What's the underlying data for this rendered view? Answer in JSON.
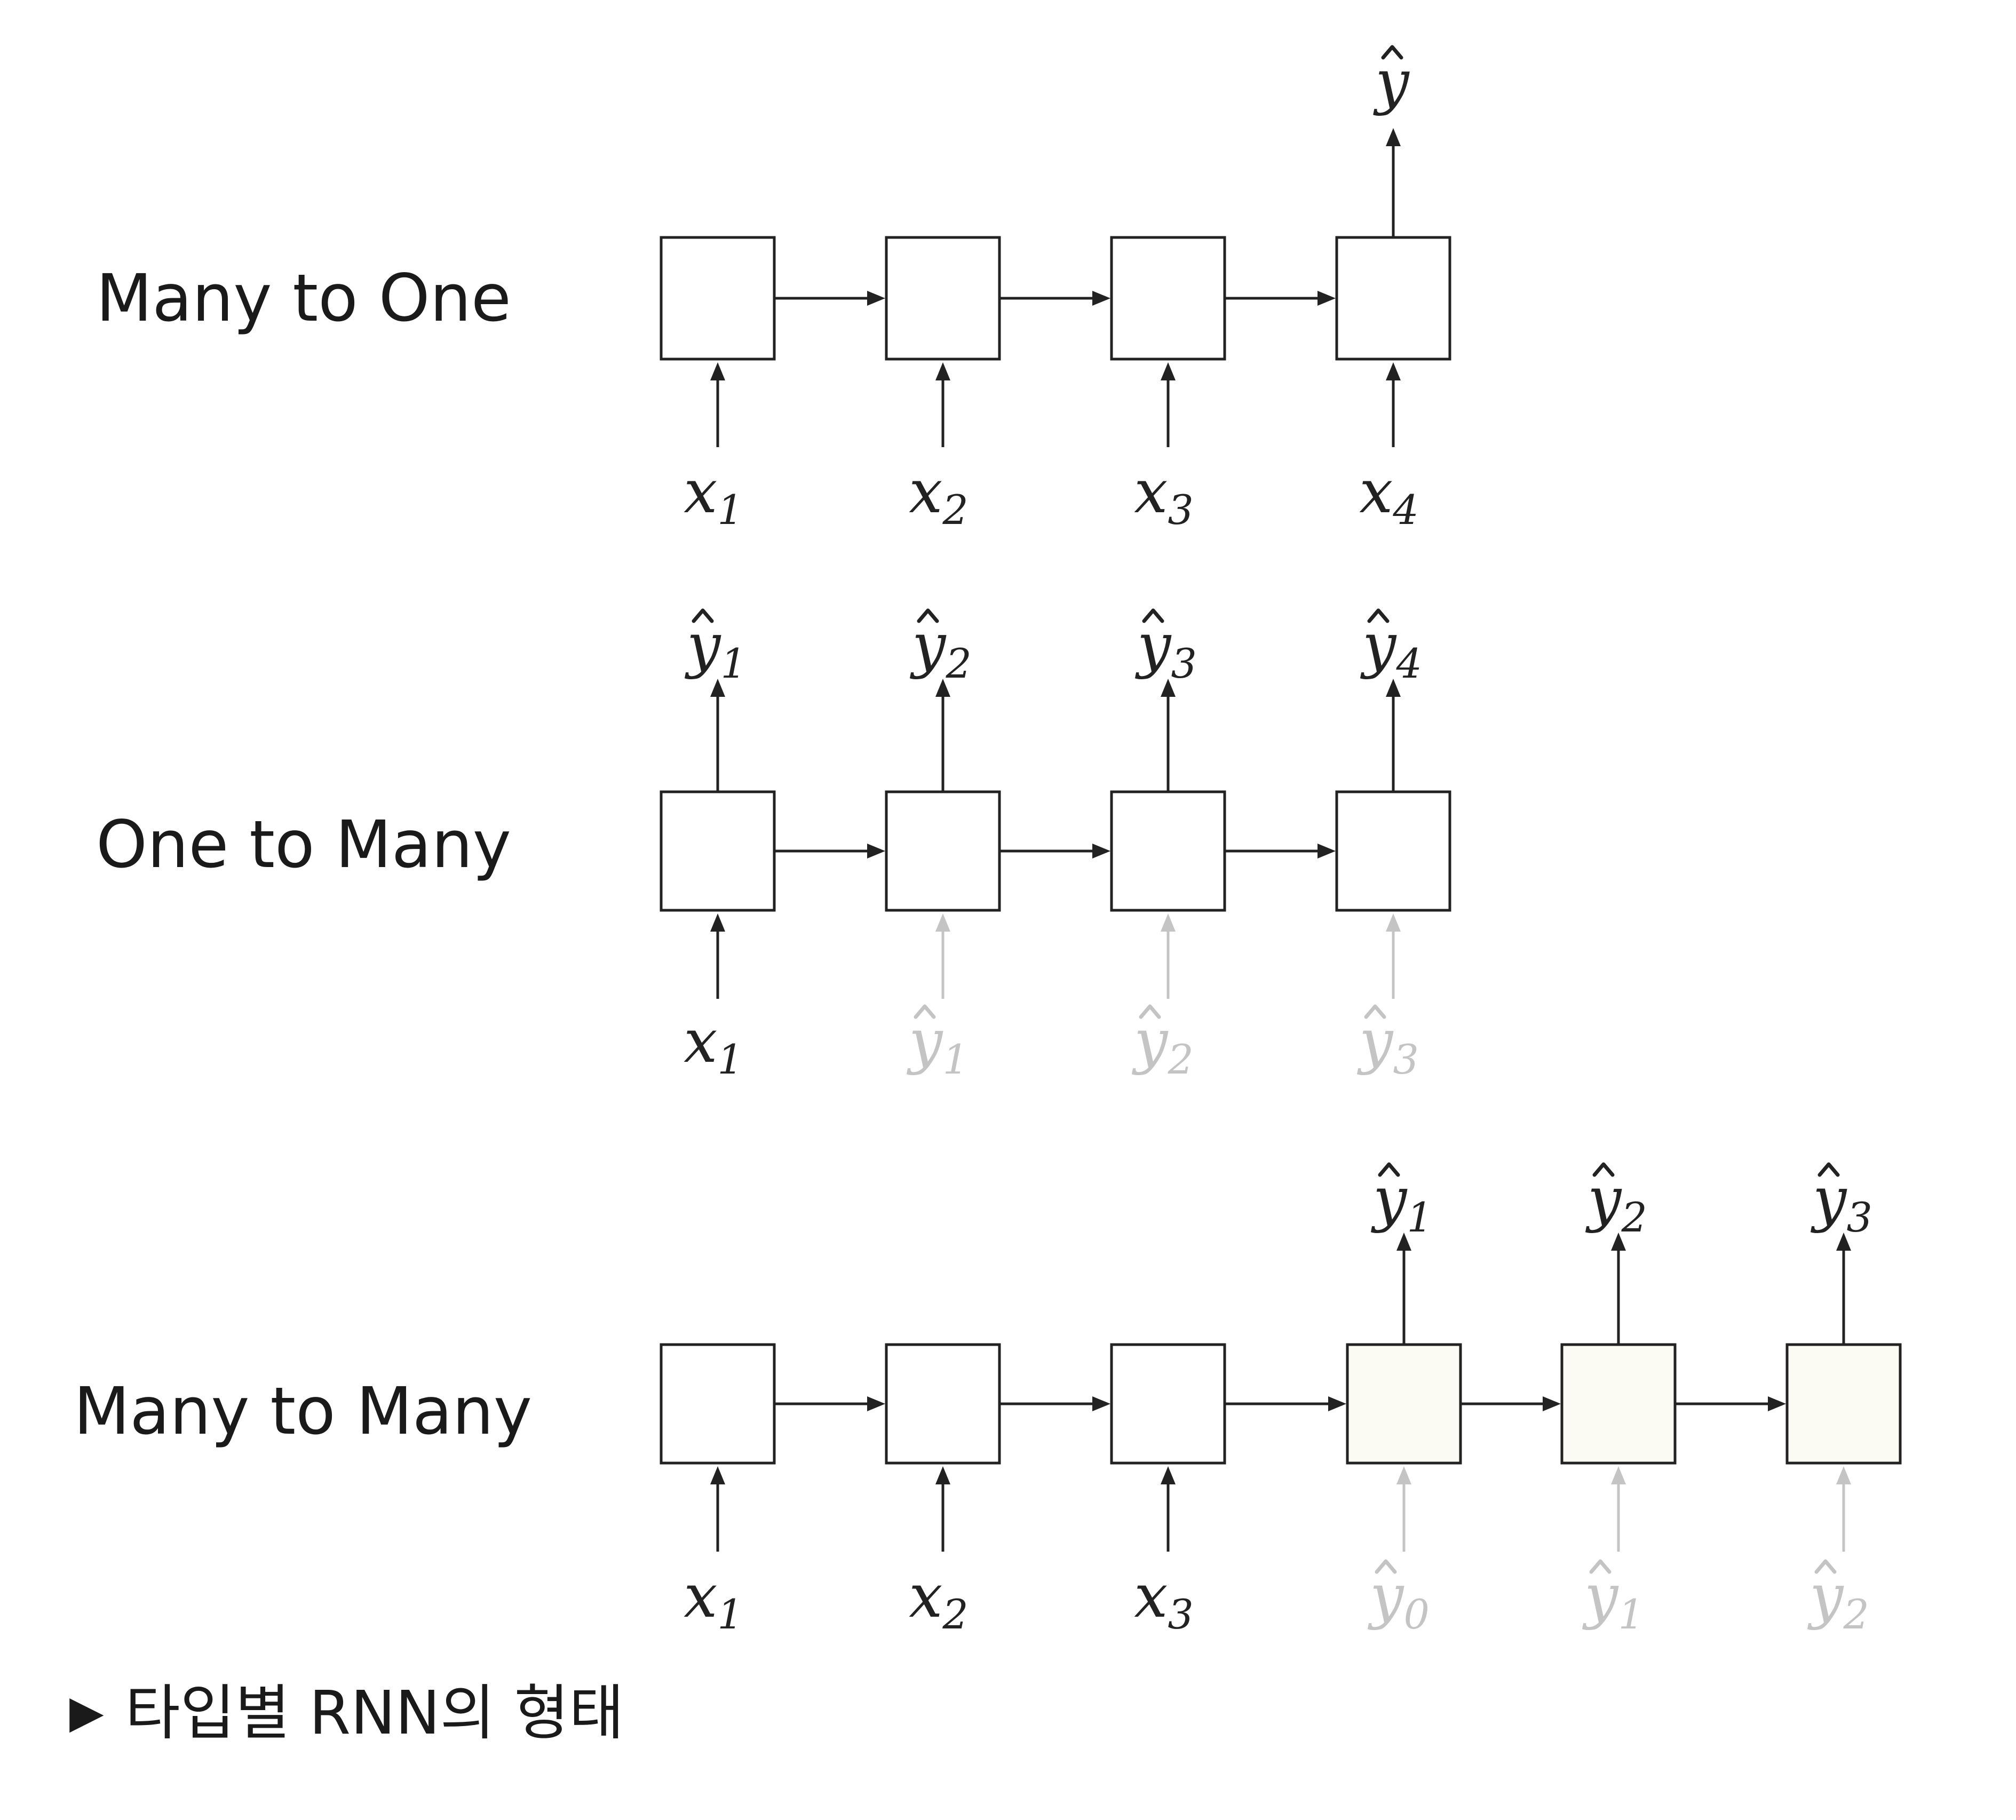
{
  "colors": {
    "line": "#222222",
    "faded": "#c4c4c4",
    "cell_fill": "#ffffff",
    "decoder_fill": "#fbfbf3"
  },
  "rows": [
    {
      "title": "Many to One",
      "cells": [
        {
          "input": {
            "base": "x",
            "hat": false,
            "sub": "1",
            "faded": false
          },
          "output": null
        },
        {
          "input": {
            "base": "x",
            "hat": false,
            "sub": "2",
            "faded": false
          },
          "output": null
        },
        {
          "input": {
            "base": "x",
            "hat": false,
            "sub": "3",
            "faded": false
          },
          "output": null
        },
        {
          "input": {
            "base": "x",
            "hat": false,
            "sub": "4",
            "faded": false
          },
          "output": {
            "base": "y",
            "hat": true,
            "sub": ""
          }
        }
      ]
    },
    {
      "title": "One to Many",
      "cells": [
        {
          "input": {
            "base": "x",
            "hat": false,
            "sub": "1",
            "faded": false
          },
          "output": {
            "base": "y",
            "hat": true,
            "sub": "1"
          }
        },
        {
          "input": {
            "base": "y",
            "hat": true,
            "sub": "1",
            "faded": true
          },
          "output": {
            "base": "y",
            "hat": true,
            "sub": "2"
          }
        },
        {
          "input": {
            "base": "y",
            "hat": true,
            "sub": "2",
            "faded": true
          },
          "output": {
            "base": "y",
            "hat": true,
            "sub": "3"
          }
        },
        {
          "input": {
            "base": "y",
            "hat": true,
            "sub": "3",
            "faded": true
          },
          "output": {
            "base": "y",
            "hat": true,
            "sub": "4"
          }
        }
      ]
    },
    {
      "title": "Many to Many",
      "cells": [
        {
          "input": {
            "base": "x",
            "hat": false,
            "sub": "1",
            "faded": false
          },
          "output": null
        },
        {
          "input": {
            "base": "x",
            "hat": false,
            "sub": "2",
            "faded": false
          },
          "output": null
        },
        {
          "input": {
            "base": "x",
            "hat": false,
            "sub": "3",
            "faded": false
          },
          "output": null
        },
        {
          "input": {
            "base": "y",
            "hat": true,
            "sub": "0",
            "faded": true
          },
          "output": {
            "base": "y",
            "hat": true,
            "sub": "1"
          },
          "decoder": true
        },
        {
          "input": {
            "base": "y",
            "hat": true,
            "sub": "1",
            "faded": true
          },
          "output": {
            "base": "y",
            "hat": true,
            "sub": "2"
          },
          "decoder": true
        },
        {
          "input": {
            "base": "y",
            "hat": true,
            "sub": "2",
            "faded": true
          },
          "output": {
            "base": "y",
            "hat": true,
            "sub": "3"
          },
          "decoder": true
        }
      ]
    }
  ],
  "caption": {
    "marker": "▶",
    "text": "타입별 RNN의 형태"
  }
}
